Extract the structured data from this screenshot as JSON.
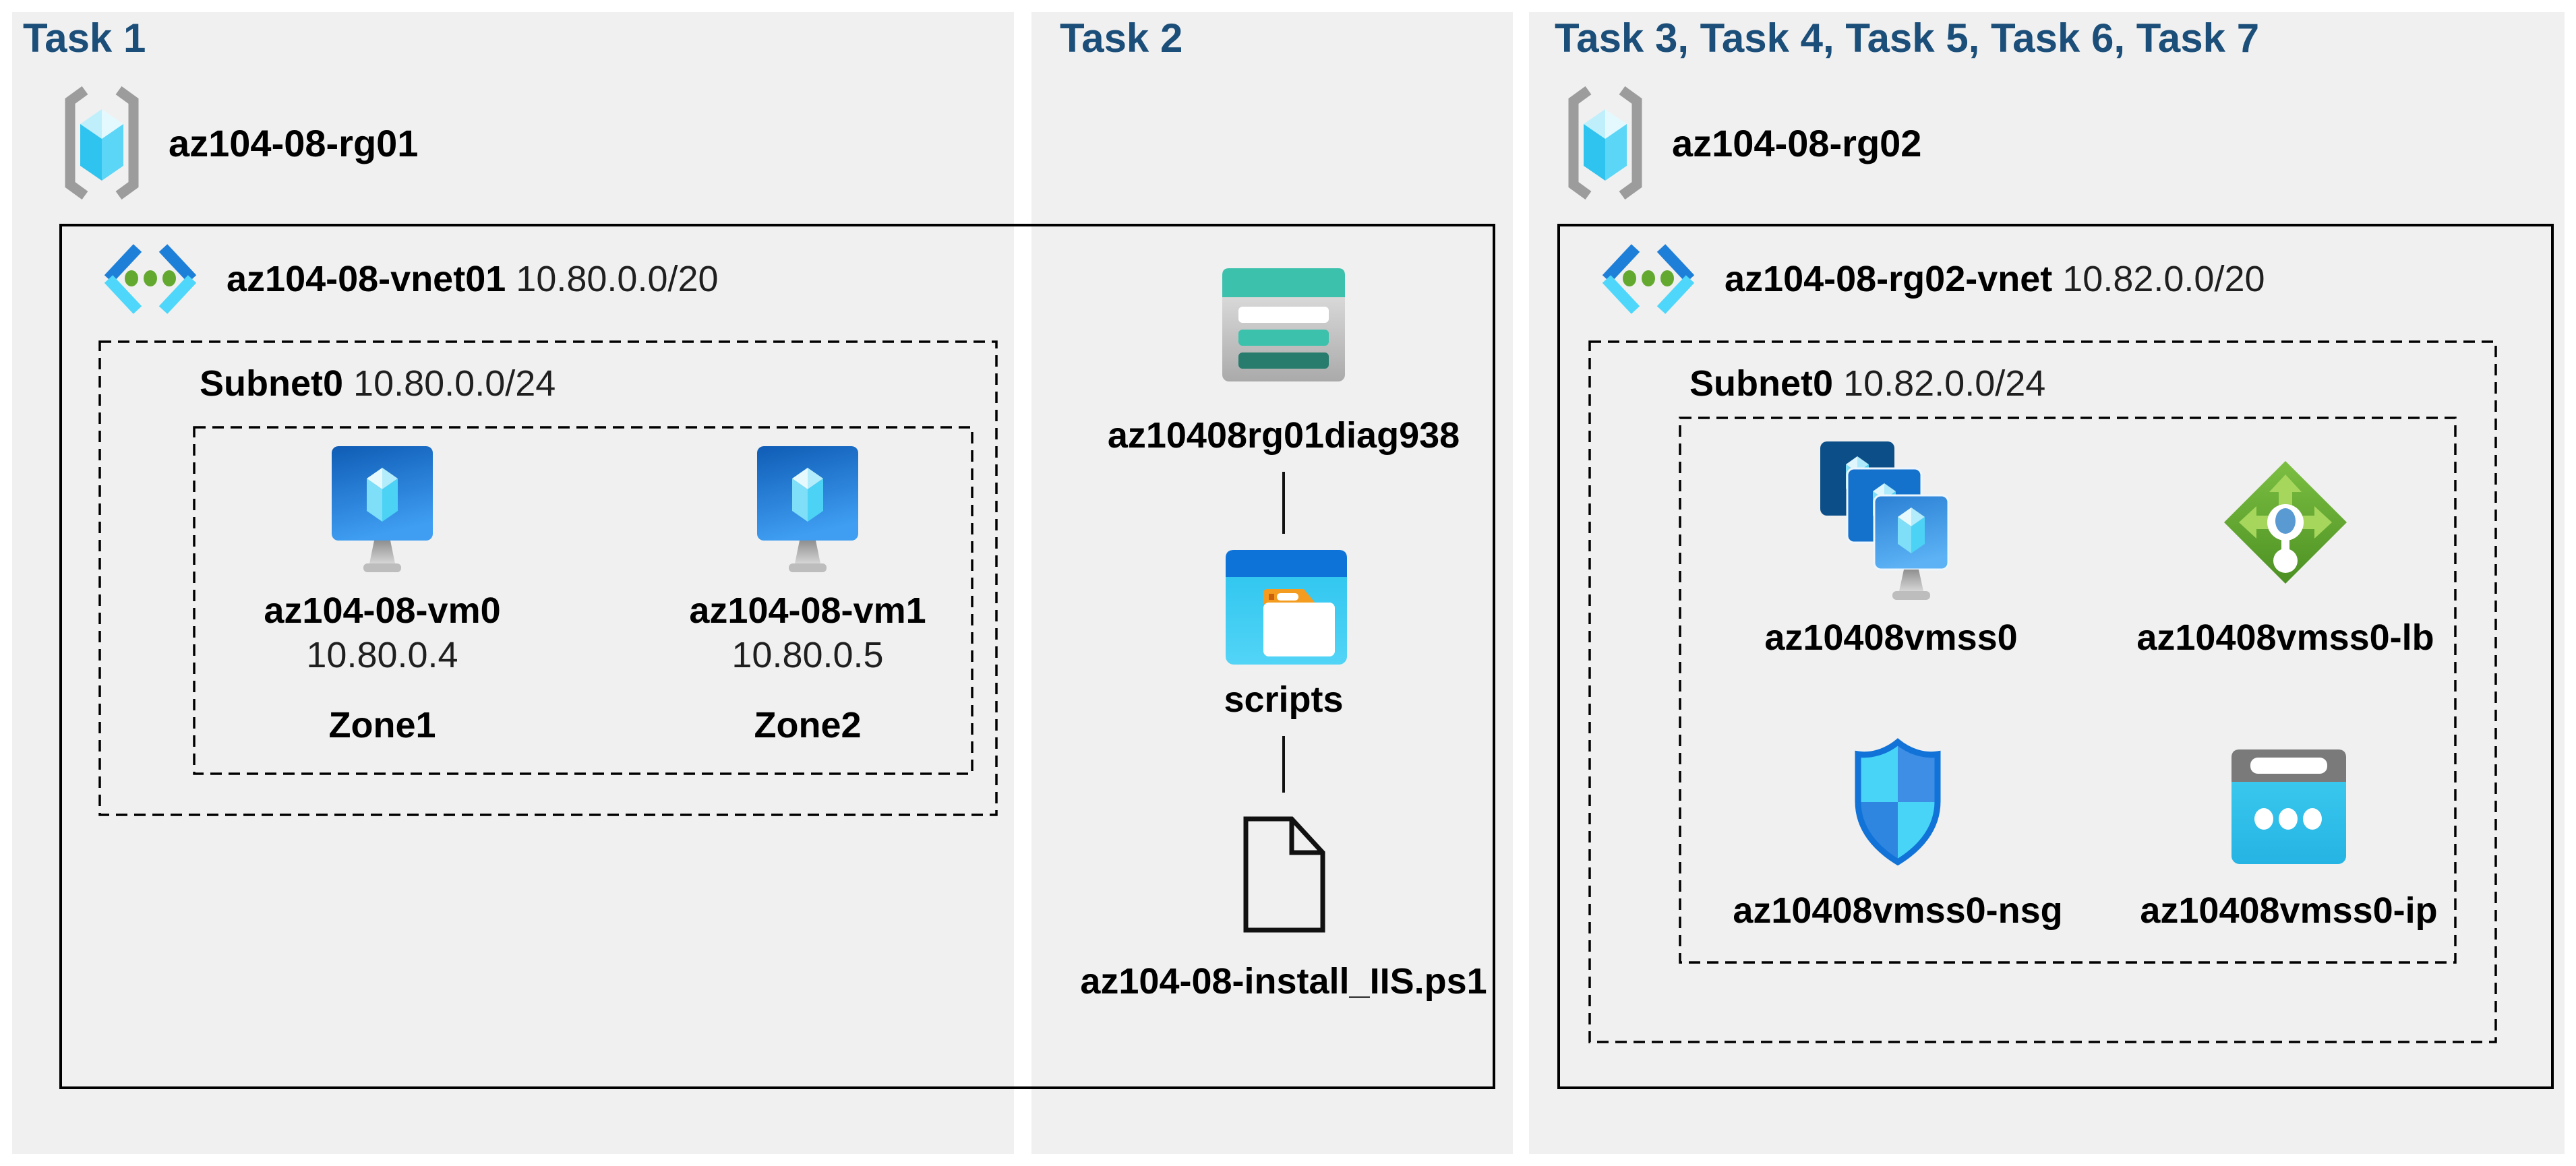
{
  "colors": {
    "panel_bg": "#f0f0f0",
    "title_navy": "#1b4e79",
    "outline_black": "#000000",
    "storage_teal": "#3bc1ac",
    "storage_teal_dark": "#277c6d",
    "container_blue": "#0d73d8",
    "container_cyan": "#2cc7f1",
    "folder_orange": "#f39c1f",
    "vm_blue": "#1060b8",
    "lb_green": "#5ba32c",
    "nsg_cyan": "#47d4f7",
    "nsg_blue": "#2f86e0",
    "vnet_chevron_blue": "#1e7fd9",
    "vnet_chevron_cyan": "#4ed7fa",
    "vnet_dot_green": "#63a92f",
    "bracket_gray": "#9c9c9c"
  },
  "task1": {
    "title": "Task 1",
    "resource_group": "az104-08-rg01",
    "vnet_name": "az104-08-vnet01",
    "vnet_cidr": "10.80.0.0/20",
    "subnet_name": "Subnet0",
    "subnet_cidr": "10.80.0.0/24",
    "vms": [
      {
        "name": "az104-08-vm0",
        "ip": "10.80.0.4",
        "zone": "Zone1"
      },
      {
        "name": "az104-08-vm1",
        "ip": "10.80.0.5",
        "zone": "Zone2"
      }
    ]
  },
  "task2": {
    "title": "Task 2",
    "storage_account": "az10408rg01diag938",
    "container": "scripts",
    "file": "az104-08-install_IIS.ps1"
  },
  "task3": {
    "title": "Task 3, Task 4, Task 5, Task 6, Task 7",
    "resource_group": "az104-08-rg02",
    "vnet_name": "az104-08-rg02-vnet",
    "vnet_cidr": "10.82.0.0/20",
    "subnet_name": "Subnet0",
    "subnet_cidr": "10.82.0.0/24",
    "resources": [
      {
        "name": "az10408vmss0",
        "type": "virtual-machine-scale-set"
      },
      {
        "name": "az10408vmss0-lb",
        "type": "load-balancer"
      },
      {
        "name": "az10408vmss0-nsg",
        "type": "network-security-group"
      },
      {
        "name": "az10408vmss0-ip",
        "type": "public-ip-address"
      }
    ]
  }
}
